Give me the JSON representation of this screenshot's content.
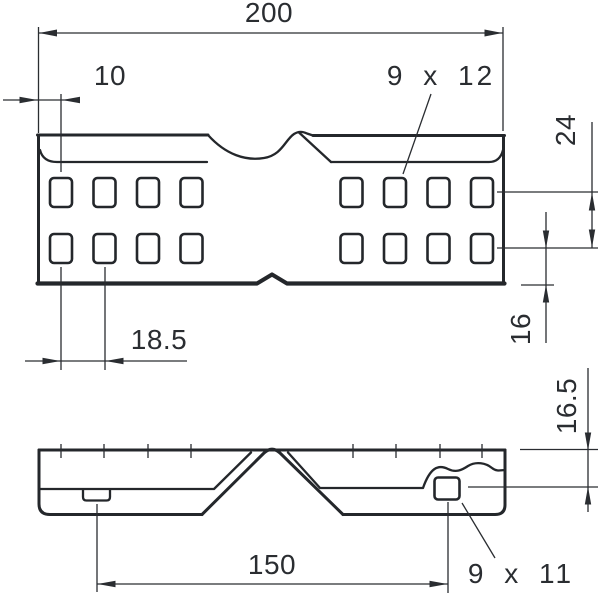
{
  "drawing": {
    "ink_color": "#24272b",
    "background_color": "#ffffff",
    "dims": {
      "overall_width": "200",
      "first_hole_offset": "10",
      "hole_pitch": "18.5",
      "perforation_size_top": "9 x 12",
      "row_center_spacing": "24",
      "bottom_row_offset": "16",
      "side_slot_height_pos": "16.5",
      "side_slot_spacing": "150",
      "perforation_size_side": "9 x 11"
    }
  }
}
